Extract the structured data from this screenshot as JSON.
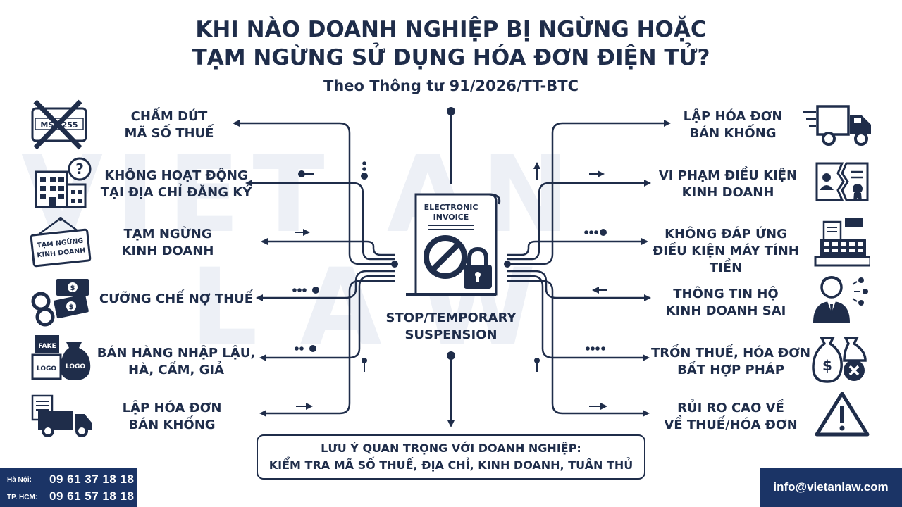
{
  "title_line1": "KHI NÀO DOANH NGHIỆP BỊ NGỪNG HOẶC",
  "title_line2": "TẠM NGỪNG SỬ DỤNG HÓA ĐƠN ĐIỆN TỬ?",
  "subtitle": "Theo Thông tư 91/2026/TT-BTC",
  "watermark": {
    "line1": "VIET AN",
    "line2": "LAW"
  },
  "center": {
    "doc_text": "ELECTRONIC\nINVOICE",
    "label": "STOP/TEMPORARY\nSUSPENSION"
  },
  "left_items": [
    {
      "label": "CHẤM DỨT\nMÃ SỐ THUẾ",
      "icon": "tax-code-cancelled-icon",
      "icon_text": "MST 255"
    },
    {
      "label": "KHÔNG HOẠT ĐỘNG\nTẠI ĐỊA CHỈ ĐĂNG KÝ",
      "icon": "building-question-icon"
    },
    {
      "label": "TẠM NGỪNG\nKINH DOANH",
      "icon": "hanging-sign-icon",
      "icon_text": "TẠM NGỪNG\nKINH DOANH"
    },
    {
      "label": "CƯỠNG CHẾ NỢ THUẾ",
      "icon": "handcuffs-money-icon"
    },
    {
      "label": "BÁN HÀNG NHẬP LẬU,\nHÀ, CẤM, GIẢ",
      "icon": "fake-goods-icon",
      "icon_text": [
        "FAKE",
        "LOGO",
        "LOGO"
      ]
    },
    {
      "label": "LẬP HÓA ĐƠN\nBÁN KHỐNG",
      "icon": "truck-document-icon"
    }
  ],
  "right_items": [
    {
      "label": "LẬP HÓA ĐƠN\nBÁN KHỐNG",
      "icon": "delivery-truck-icon"
    },
    {
      "label": "VI PHẠM ĐIỀU KIỆN\nKINH DOANH",
      "icon": "torn-certificate-icon"
    },
    {
      "label": "KHÔNG ĐÁP ỨNG\nĐIỀU KIỆN MÁY TÍNH TIỀN",
      "icon": "cash-register-icon"
    },
    {
      "label": "THÔNG TIN HỘ\nKINH DOANH SAI",
      "icon": "businessman-icon"
    },
    {
      "label": "TRỐN THUẾ, HÓA ĐƠN\nBẤT HỢP PHÁP",
      "icon": "money-bags-icon"
    },
    {
      "label": "RỦI RO CAO VỀ\nVỀ THUẾ/HÓA ĐƠN",
      "icon": "warning-icon"
    }
  ],
  "note": {
    "line1": "LƯU Ý QUAN TRỌNG VỚI DOANH NGHIỆP:",
    "line2": "KIỂM TRA MÃ SỐ THUẾ, ĐỊA CHỈ, KINH DOANH, TUÂN THỦ"
  },
  "contact": {
    "hanoi_label": "Hà Nội:",
    "hanoi_phone": "09 61 37 18 18",
    "hcm_label": "TP. HCM:",
    "hcm_phone": "09 61 57 18 18",
    "email": "info@vietanlaw.com"
  },
  "colors": {
    "navy": "#1f2d4a",
    "footer": "#1b3466"
  }
}
